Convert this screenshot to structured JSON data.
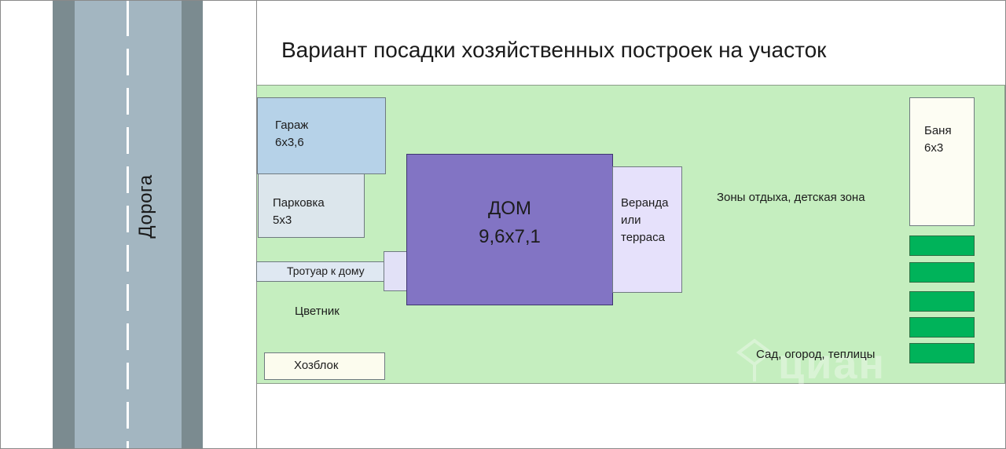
{
  "title": "Вариант посадки хозяйственных построек на участок",
  "road": {
    "label": "Дорога"
  },
  "garage": {
    "name": "Гараж",
    "size": "6х3,6"
  },
  "parking": {
    "name": "Парковка",
    "size": "5х3"
  },
  "sidewalk": {
    "label": "Тротуар к дому"
  },
  "house": {
    "name": "ДОМ",
    "size": "9,6х7,1"
  },
  "veranda": {
    "line1": "Веранда",
    "line2": "или",
    "line3": "терраса"
  },
  "rest_zone": {
    "label": "Зоны отдыха, детская зона"
  },
  "sauna": {
    "name": "Баня",
    "size": "6х3"
  },
  "flowerbed": {
    "label": "Цветник"
  },
  "shed": {
    "label": "Хозблок"
  },
  "garden": {
    "label": "Сад, огород, теплицы"
  },
  "watermark": {
    "text": "циан",
    "icon": "cian-logo-icon"
  },
  "colors": {
    "plot": "#c5eebf",
    "house": "#8274c4",
    "garage": "#b6d2e8",
    "beds": "#00b35a",
    "road": "#a3b6c1",
    "road_shoulder": "#7b8b90"
  }
}
